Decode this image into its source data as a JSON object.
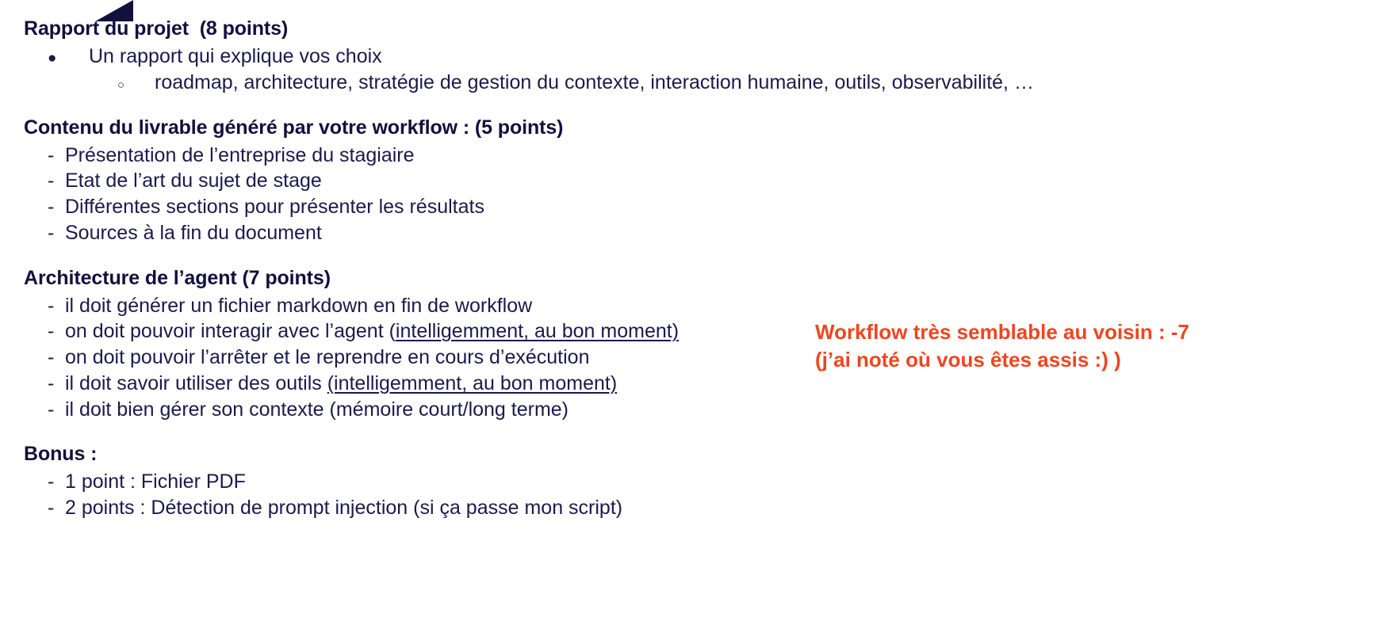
{
  "slide": {
    "decoration": {
      "name": "corner-triangle",
      "color": "#12103c"
    },
    "text_color": "#12103c",
    "accent_color": "#f0451f",
    "background": "#ffffff",
    "sections": [
      {
        "id": "rapport",
        "heading": "Rapport du projet  (8 points)",
        "items": [
          {
            "marker": "●",
            "level": "bullet",
            "text": "Un rapport qui explique vos choix"
          },
          {
            "marker": "○",
            "level": "circle",
            "text": "roadmap, architecture, stratégie de gestion du contexte, interaction humaine, outils, observabilité, …"
          }
        ]
      },
      {
        "id": "contenu",
        "heading": "Contenu du livrable généré par votre workflow : (5 points)",
        "items": [
          {
            "marker": "-",
            "level": "dash",
            "text": "Présentation de l’entreprise du stagiaire"
          },
          {
            "marker": "-",
            "level": "dash",
            "text": "Etat de l’art du sujet de stage"
          },
          {
            "marker": "-",
            "level": "dash",
            "text": "Différentes sections pour présenter les résultats"
          },
          {
            "marker": "-",
            "level": "dash",
            "text": "Sources à la fin du document"
          }
        ]
      },
      {
        "id": "architecture",
        "heading": "Architecture de l’agent (7 points)",
        "items": [
          {
            "marker": "-",
            "level": "dash",
            "text": "il doit générer un fichier markdown en fin de workflow"
          },
          {
            "marker": "-",
            "level": "dash",
            "pre": "on doit pouvoir interagir avec l’agent (",
            "underline": "intelligemment, au bon moment)",
            "post": ""
          },
          {
            "marker": "-",
            "level": "dash",
            "text": "on doit pouvoir l’arrêter et le reprendre en cours d’exécution"
          },
          {
            "marker": "-",
            "level": "dash",
            "pre": "il doit savoir utiliser des outils ",
            "underline": "(intelligemment, au bon moment)",
            "post": ""
          },
          {
            "marker": "-",
            "level": "dash",
            "text": "il doit bien gérer son contexte (mémoire court/long terme)"
          }
        ]
      },
      {
        "id": "bonus",
        "heading": "Bonus :",
        "items": [
          {
            "marker": "-",
            "level": "dash",
            "text": "1 point : Fichier PDF"
          },
          {
            "marker": "-",
            "level": "dash",
            "text": "2 points : Détection de prompt injection (si ça passe mon script)"
          }
        ]
      }
    ],
    "annotation": {
      "color": "#f0451f",
      "lines": [
        "Workflow très semblable au voisin : -7",
        "(j’ai noté où vous êtes assis :) )"
      ]
    }
  }
}
